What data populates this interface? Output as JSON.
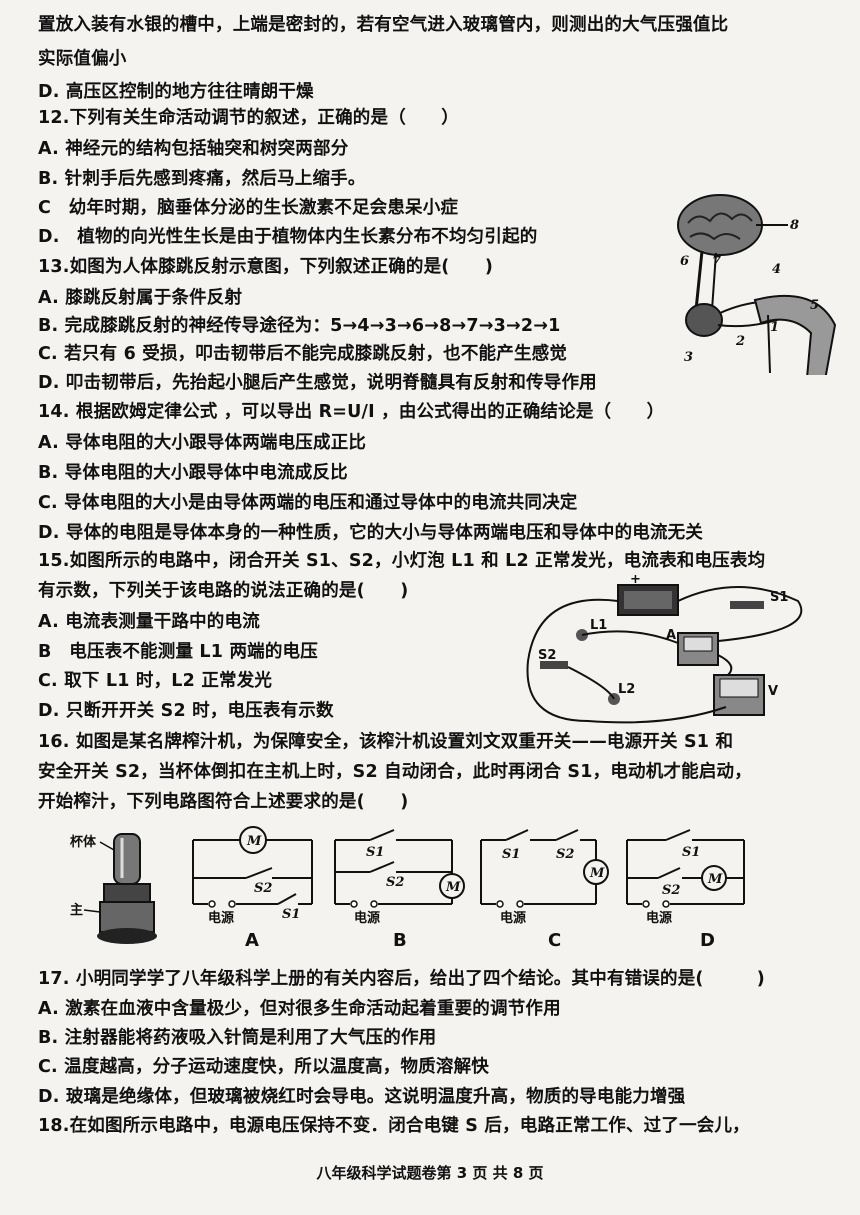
{
  "lines": [
    "置放入装有水银的槽中，上端是密封的，若有空气进入玻璃管内，则测出的大气压强值比",
    "实际值偏小",
    "D. 高压区控制的地方往往晴朗干燥",
    "12.下列有关生命活动调节的叙述，正确的是（　　）",
    "A. 神经元的结构包括轴突和树突两部分",
    "B. 针刺手后先感到疼痛，然后马上缩手。",
    "C　幼年时期，脑垂体分泌的生长激素不足会患呆小症",
    "D.　植物的向光性生长是由于植物体内生长素分布不均匀引起的",
    "13.如图为人体膝跳反射示意图，下列叙述正确的是(　　)",
    "A. 膝跳反射属于条件反射",
    "B. 完成膝跳反射的神经传导途径为：5→4→3→6→8→7→3→2→1",
    "C. 若只有 6 受损，叩击韧带后不能完成膝跳反射，也不能产生感觉",
    "D. 叩击韧带后，先抬起小腿后产生感觉，说明脊髓具有反射和传导作用",
    "14. 根据欧姆定律公式 ，可以导出 R=U/I ，由公式得出的正确结论是（　　）",
    "A. 导体电阻的大小跟导体两端电压成正比",
    "B. 导体电阻的大小跟导体中电流成反比",
    "C. 导体电阻的大小是由导体两端的电压和通过导体中的电流共同决定",
    "D. 导体的电阻是导体本身的一种性质，它的大小与导体两端电压和导体中的电流无关",
    "15.如图所示的电路中，闭合开关 S1、S2，小灯泡 L1 和 L2 正常发光，电流表和电压表均",
    "有示数，下列关于该电路的说法正确的是(　　)",
    "A. 电流表测量干路中的电流",
    "B　电压表不能测量 L1 两端的电压",
    "C. 取下 L1 时，L2 正常发光",
    "D. 只断开开关 S2 时，电压表有示数",
    "16. 如图是某名牌榨汁机，为保障安全，该榨汁机设置刘文双重开关——电源开关 S1 和",
    "安全开关 S2，当杯体倒扣在主机上时，S2 自动闭合，此时再闭合 S1，电动机才能启动，",
    "开始榨汁，下列电路图符合上述要求的是(　　)",
    "17. 小明同学学了八年级科学上册的有关内容后，给出了四个结论。其中有错误的是(　　　)",
    "A. 激素在血液中含量极少，但对很多生命活动起着重要的调节作用",
    "B. 注射器能将药液吸入针筒是利用了大气压的作用",
    "C. 温度越高，分子运动速度快，所以温度高，物质溶解快",
    "D. 玻璃是绝缘体，但玻璃被烧红时会导电。这说明温度升高，物质的导电能力增强",
    "18.在如图所示电路中，电源电压保持不变．闭合电键 S 后，电路正常工作、过了一会儿，"
  ],
  "reflex_figure": {
    "labels": [
      "8",
      "7",
      "6",
      "4",
      "5",
      "3",
      "2",
      "1"
    ]
  },
  "circuit_figure": {
    "labels": [
      "S1",
      "L1",
      "A",
      "L2",
      "S2",
      "V",
      "+"
    ]
  },
  "juicer": {
    "cup_label": "杯体",
    "base_label": "主"
  },
  "circuits": {
    "motor": "M",
    "power": "电源",
    "s1": "S1",
    "s2": "S2",
    "options": [
      "A",
      "B",
      "C",
      "D"
    ]
  },
  "footer": "八年级科学试题卷第 3 页 共 8 页"
}
